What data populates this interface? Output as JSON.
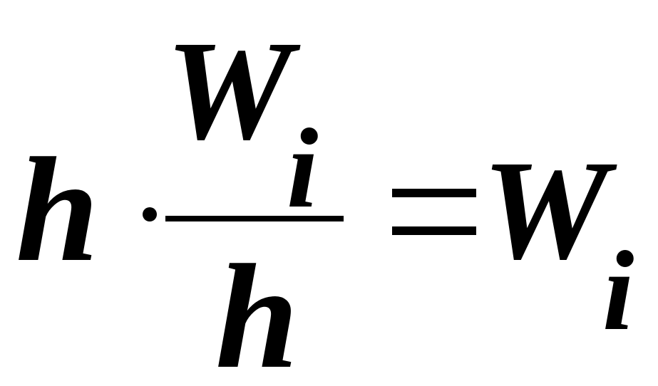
{
  "equation": {
    "lhs_variable": "h",
    "numerator_symbol": "W",
    "numerator_subscript": "i",
    "denominator_symbol": "h",
    "equals": "=",
    "rhs_symbol": "W",
    "rhs_subscript": "i"
  },
  "colors": {
    "ink": "#000000",
    "background": "#ffffff"
  }
}
